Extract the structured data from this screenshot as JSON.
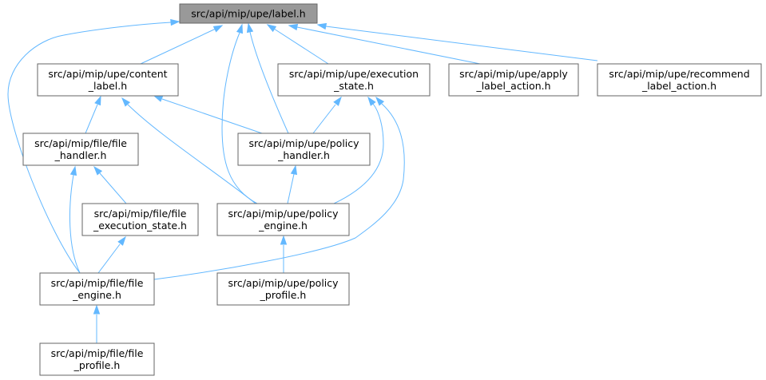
{
  "nodes": [
    {
      "id": "label",
      "lines": [
        "src/api/mip/upe/label.h"
      ],
      "root": true
    },
    {
      "id": "content_label",
      "lines": [
        "src/api/mip/upe/content",
        "_label.h"
      ]
    },
    {
      "id": "execution_state",
      "lines": [
        "src/api/mip/upe/execution",
        "_state.h"
      ]
    },
    {
      "id": "apply_label",
      "lines": [
        "src/api/mip/upe/apply",
        "_label_action.h"
      ]
    },
    {
      "id": "recommend_label",
      "lines": [
        "src/api/mip/upe/recommend",
        "_label_action.h"
      ]
    },
    {
      "id": "file_handler",
      "lines": [
        "src/api/mip/file/file",
        "_handler.h"
      ]
    },
    {
      "id": "policy_handler",
      "lines": [
        "src/api/mip/upe/policy",
        "_handler.h"
      ]
    },
    {
      "id": "file_exec_state",
      "lines": [
        "src/api/mip/file/file",
        "_execution_state.h"
      ]
    },
    {
      "id": "policy_engine",
      "lines": [
        "src/api/mip/upe/policy",
        "_engine.h"
      ]
    },
    {
      "id": "file_engine",
      "lines": [
        "src/api/mip/file/file",
        "_engine.h"
      ]
    },
    {
      "id": "policy_profile",
      "lines": [
        "src/api/mip/upe/policy",
        "_profile.h"
      ]
    },
    {
      "id": "file_profile",
      "lines": [
        "src/api/mip/file/file",
        "_profile.h"
      ]
    }
  ],
  "edges": [
    {
      "from": "content_label",
      "to": "label"
    },
    {
      "from": "execution_state",
      "to": "label"
    },
    {
      "from": "apply_label",
      "to": "label"
    },
    {
      "from": "recommend_label",
      "to": "label"
    },
    {
      "from": "file_engine",
      "to": "label"
    },
    {
      "from": "policy_handler",
      "to": "label"
    },
    {
      "from": "policy_engine",
      "to": "label"
    },
    {
      "from": "file_handler",
      "to": "content_label"
    },
    {
      "from": "policy_handler",
      "to": "content_label"
    },
    {
      "from": "policy_engine",
      "to": "content_label"
    },
    {
      "from": "policy_handler",
      "to": "execution_state"
    },
    {
      "from": "policy_engine",
      "to": "execution_state"
    },
    {
      "from": "file_engine",
      "to": "execution_state"
    },
    {
      "from": "file_exec_state",
      "to": "file_handler"
    },
    {
      "from": "file_engine",
      "to": "file_handler"
    },
    {
      "from": "policy_engine",
      "to": "policy_handler"
    },
    {
      "from": "file_engine",
      "to": "file_exec_state"
    },
    {
      "from": "policy_profile",
      "to": "policy_engine"
    },
    {
      "from": "file_profile",
      "to": "file_engine"
    }
  ],
  "colors": {
    "edge": "#63b8ff",
    "root_fill": "#999999",
    "node_border": "#666666"
  }
}
